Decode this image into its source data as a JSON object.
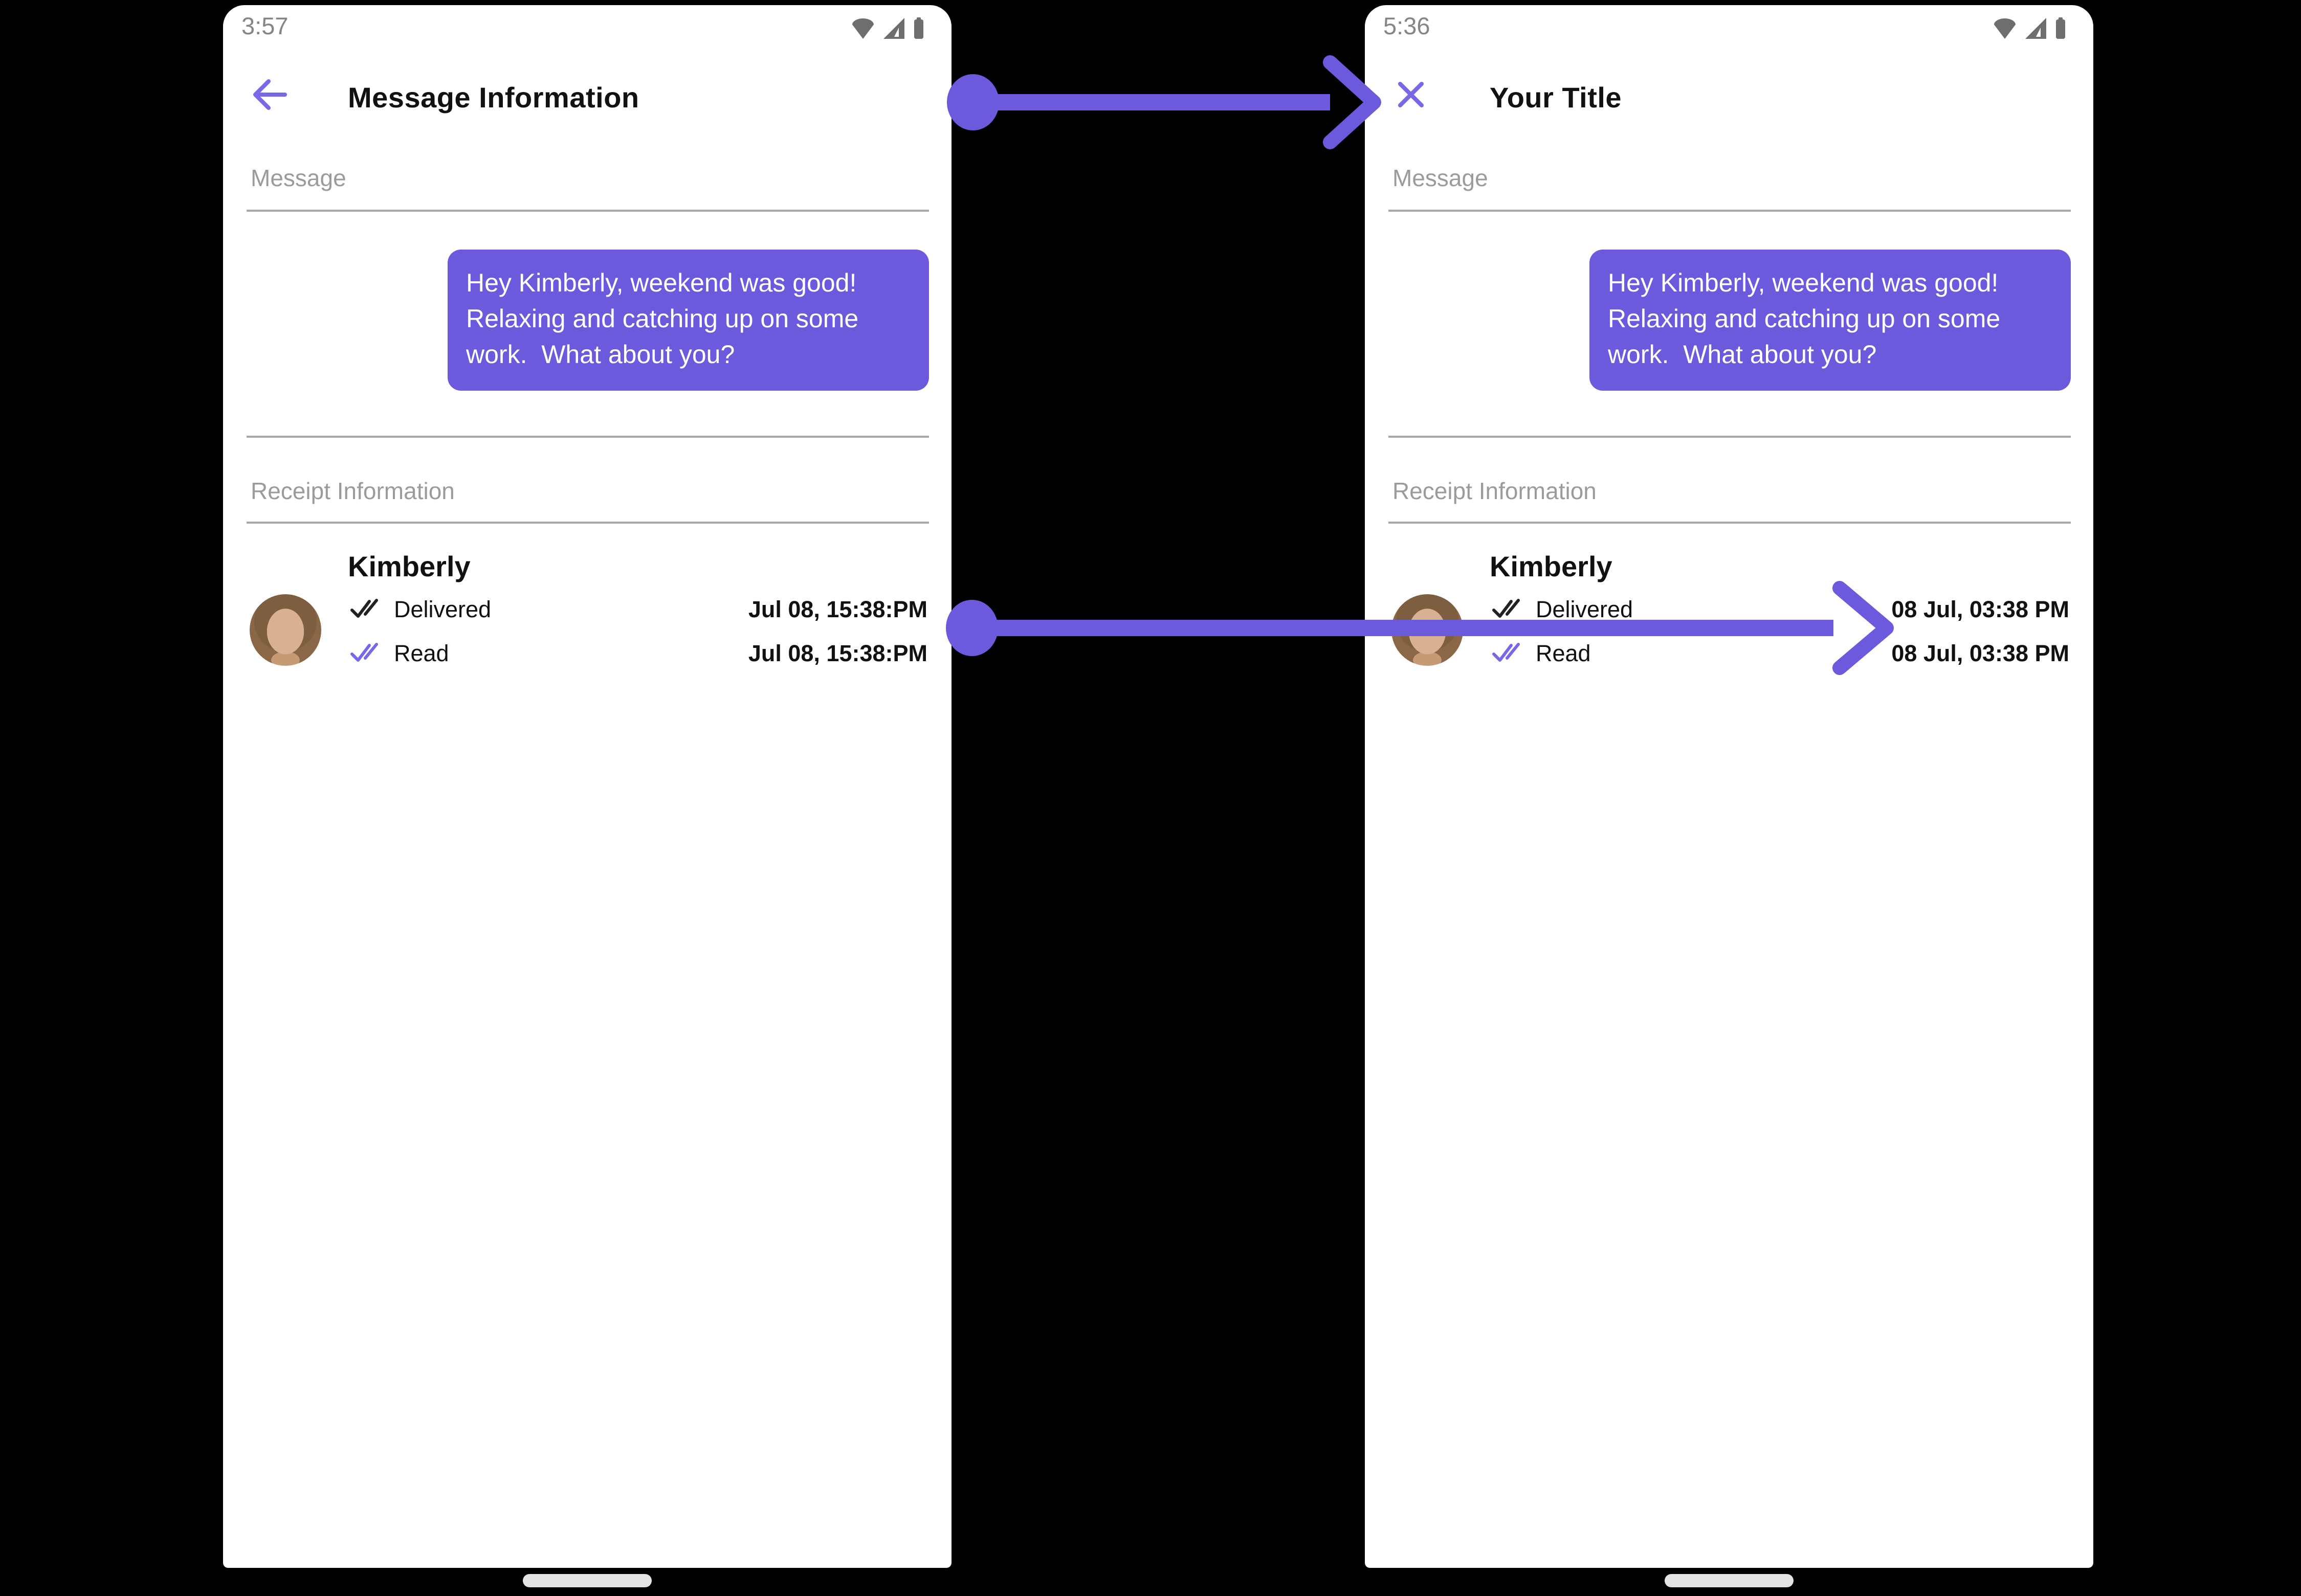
{
  "colors": {
    "accent_purple": "#6b5bdc",
    "icon_purple": "#7668e6",
    "text_black": "#111111",
    "label_gray": "#9b9b9b",
    "status_gray": "#858585",
    "status_icon_gray": "#6e6e6e",
    "divider_gray": "#a8a8a8",
    "phone_bg": "#ffffff",
    "canvas_bg": "#000000",
    "home_pill": "#e4e4e4",
    "bubble_text": "#ffffff"
  },
  "left_phone": {
    "status_bar": {
      "time": "3:57",
      "icons": [
        "wifi-icon",
        "cell-signal-icon",
        "battery-icon"
      ]
    },
    "header": {
      "nav_icon": "back-arrow-icon",
      "title": "Message Information"
    },
    "message_section": {
      "label": "Message",
      "bubble_text": "Hey Kimberly, weekend was good!  Relaxing and catching up on some work.  What about you?"
    },
    "receipt_section": {
      "label": "Receipt Information",
      "contact_name": "Kimberly",
      "rows": [
        {
          "icon": "double-check-icon",
          "status": "Delivered",
          "timestamp": "Jul 08, 15:38:PM"
        },
        {
          "icon": "double-check-icon",
          "status": "Read",
          "timestamp": "Jul 08, 15:38:PM"
        }
      ]
    }
  },
  "right_phone": {
    "status_bar": {
      "time": "5:36",
      "icons": [
        "wifi-icon",
        "cell-signal-icon",
        "battery-icon"
      ]
    },
    "header": {
      "nav_icon": "close-icon",
      "title": "Your Title"
    },
    "message_section": {
      "label": "Message",
      "bubble_text": "Hey Kimberly, weekend was good!  Relaxing and catching up on some work.  What about you?"
    },
    "receipt_section": {
      "label": "Receipt Information",
      "contact_name": "Kimberly",
      "rows": [
        {
          "icon": "double-check-icon",
          "status": "Delivered",
          "timestamp": "08 Jul, 03:38 PM"
        },
        {
          "icon": "double-check-icon",
          "status": "Read",
          "timestamp": "08 Jul, 03:38 PM"
        }
      ]
    }
  },
  "annotations": {
    "arrows": [
      {
        "id": "title-mapping-arrow"
      },
      {
        "id": "timestamp-mapping-arrow"
      }
    ]
  }
}
